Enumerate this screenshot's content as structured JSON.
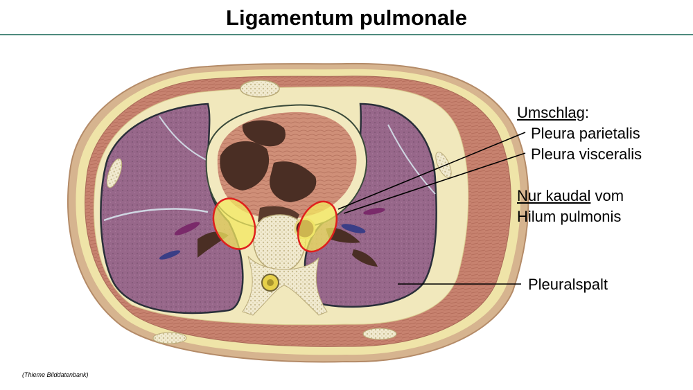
{
  "title": "Ligamentum pulmonale",
  "labels": {
    "umschlag": "Umschlag",
    "umschlag_colon": ":",
    "pleura_parietalis": "Pleura parietalis",
    "pleura_visceralis": "Pleura visceralis",
    "nur_kaudal": "Nur kaudal",
    "vom": " vom",
    "hilum": "Hilum pulmonis",
    "pleuralspalt": "Pleuralspalt"
  },
  "credit": "(Thieme Bilddatenbank)",
  "colors": {
    "accent_rule": "#4e8a7e",
    "highlight_outline": "#e0201c",
    "highlight_fill": "#f3e860",
    "lung": "#9a6b8c",
    "muscle": "#c98a78",
    "fat": "#efe4a8"
  }
}
